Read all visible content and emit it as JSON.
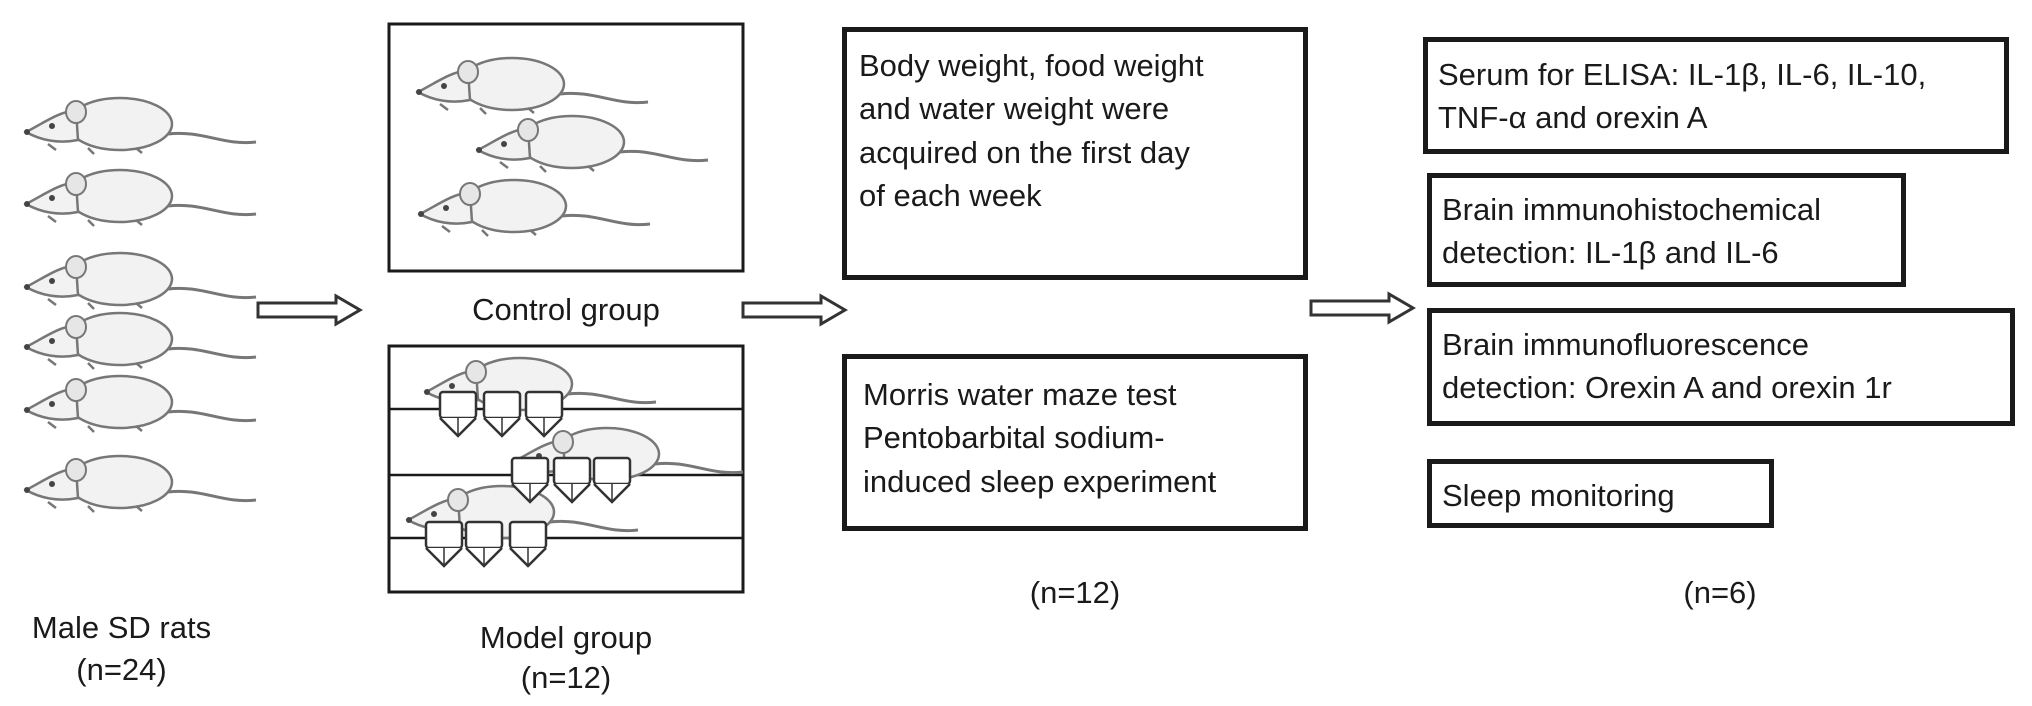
{
  "stage1": {
    "label": "Male SD rats",
    "count": "(n=24)"
  },
  "stage2": {
    "control_label": "Control group",
    "model_label": "Model group",
    "model_count": "(n=12)"
  },
  "stage3": {
    "box1_lines": [
      "Body weight, food weight",
      "and water weight were",
      "acquired on the first day",
      "of each week"
    ],
    "box2_lines": [
      "Morris water maze test",
      "Pentobarbital sodium-",
      "induced sleep experiment"
    ],
    "count": "(n=12)"
  },
  "stage4": {
    "box1_lines": [
      "Serum for ELISA: IL-1β, IL-6, IL-10,",
      "TNF-α and orexin A"
    ],
    "box2_lines": [
      "Brain immunohistochemical",
      "detection: IL-1β and IL-6"
    ],
    "box3_lines": [
      "Brain immunofluorescence",
      "detection: Orexin A and orexin 1r"
    ],
    "box4_lines": [
      "Sleep monitoring"
    ],
    "count": "(n=6)"
  }
}
